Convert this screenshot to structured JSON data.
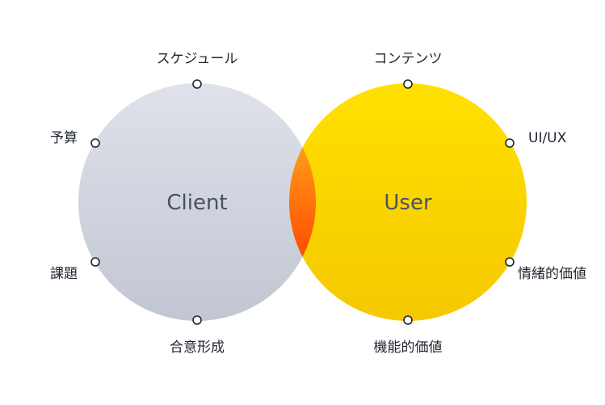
{
  "diagram": {
    "client": {
      "name": "Client",
      "nodes": [
        "スケジュール",
        "予算",
        "課題",
        "合意形成"
      ]
    },
    "user": {
      "name": "User",
      "nodes": [
        "コンテンツ",
        "UI/UX",
        "情緒的価値",
        "機能的価値"
      ]
    }
  },
  "colors": {
    "client_top": "#dfe2ea",
    "client_bottom": "#c1c6d2",
    "user_top": "#ffe100",
    "user_bottom": "#f5c800",
    "overlap_top": "#ff9d1a",
    "overlap_bottom": "#ff4a00",
    "text": "#1f2430",
    "center_text": "#4a5164"
  }
}
